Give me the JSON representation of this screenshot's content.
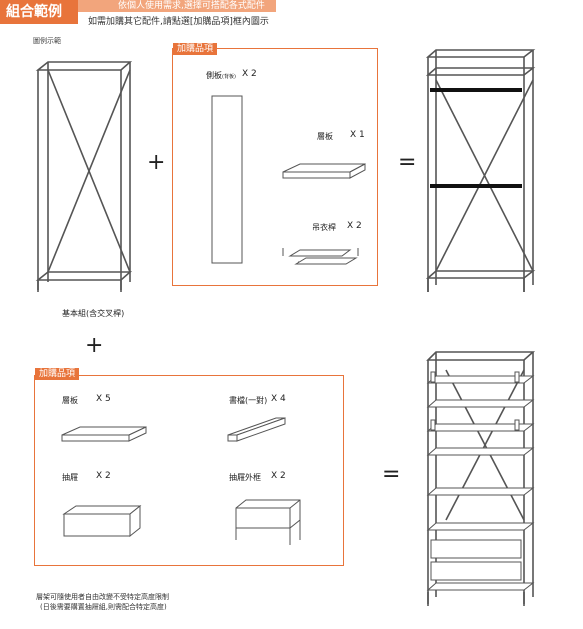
{
  "header": {
    "title": "組合範例",
    "subtitle": "依個人使用需求,選擇可搭配各式配件",
    "note": "如需加購其它配件,請點選[加購品項]框內圖示",
    "example_caption": "圖例示範"
  },
  "top_section": {
    "base_caption": "基本組(含交叉桿)",
    "addon_tag": "加購品項",
    "side_panel": {
      "label": "側板",
      "note": "(背板)",
      "qty": "X 2"
    },
    "shelf": {
      "label": "層板",
      "qty": "X 1"
    },
    "hanging_rod": {
      "label": "吊衣桿",
      "qty": "X 2"
    },
    "plus": "+",
    "equals": "="
  },
  "bottom_section": {
    "plus": "+",
    "addon_tag": "加購品項",
    "shelf": {
      "label": "層板",
      "qty": "X 5"
    },
    "bookend": {
      "label": "書檔(一對)",
      "qty": "X 4"
    },
    "drawer": {
      "label": "抽屜",
      "qty": "X 2"
    },
    "drawer_frame": {
      "label": "抽屜外框",
      "qty": "X 2"
    },
    "equals": "="
  },
  "footer": {
    "line1": "層架可隨使用者自由改變不受特定高度限制",
    "line2": "(日後需要購置抽屜組,則需配合特定高度)"
  },
  "colors": {
    "accent": "#e8743b",
    "accent_light": "#f2a57c",
    "frame": "#555555",
    "rod": "#111111"
  }
}
